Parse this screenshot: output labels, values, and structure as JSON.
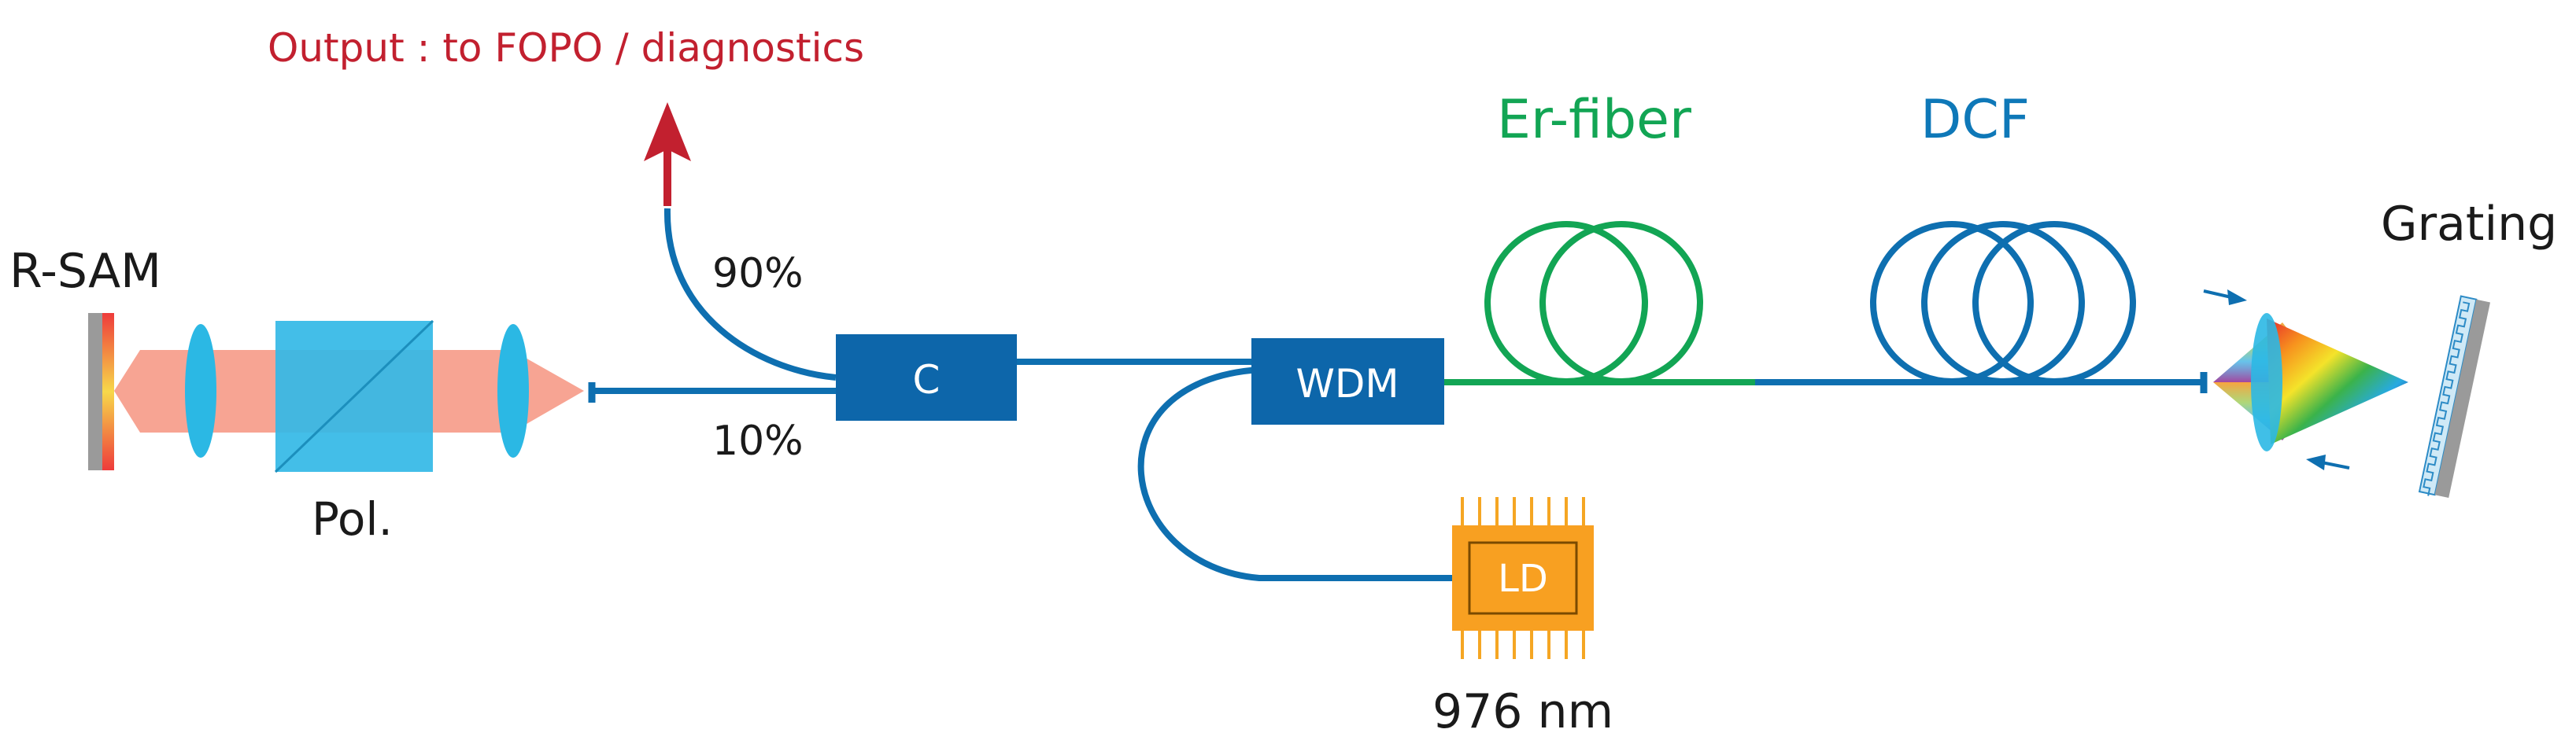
{
  "labels": {
    "output": "Output : to FOPO / diagnostics",
    "r_sam": "R-SAM",
    "pol": "Pol.",
    "pct_90": "90%",
    "pct_10": "10%",
    "coupler": "C",
    "wdm": "WDM",
    "er_fiber": "Er-fiber",
    "dcf": "DCF",
    "grating": "Grating",
    "ld": "LD",
    "ld_wavelength": "976 nm"
  },
  "colors": {
    "fiber": "#0e6fb0",
    "box": "#0d66aa",
    "er_fiber": "#12a554",
    "dcf_text": "#0e78b8",
    "output": "#c2202f",
    "beam": "#f7a493",
    "lens": "#2bb8e4",
    "polarizer": "#33b9e6",
    "ld_body": "#f8a021",
    "ld_pin": "#f5a623",
    "mirror": "#9a9a9a",
    "text": "#1a1a1a"
  }
}
